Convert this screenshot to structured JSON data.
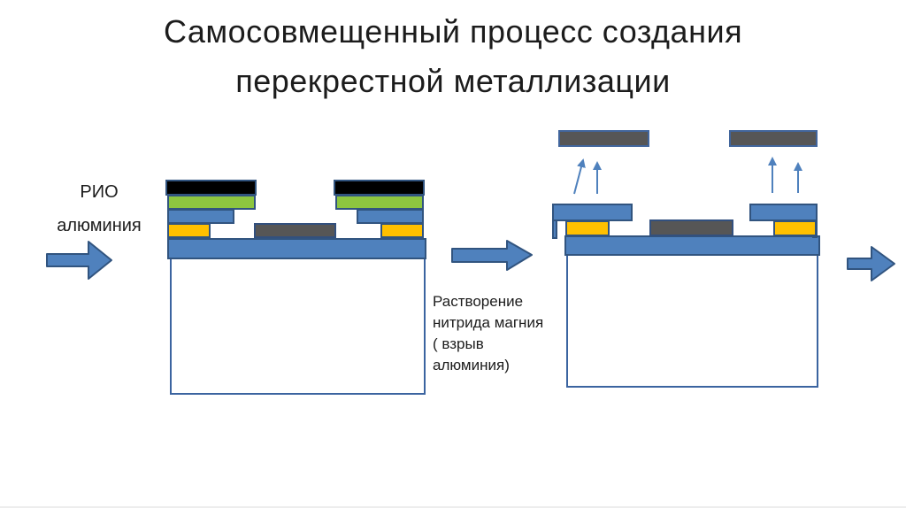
{
  "title": {
    "line1": "Самосовмещенный процесс создания",
    "line2": "перекрестной металлизации"
  },
  "labels": {
    "step1": {
      "line1": "РИО",
      "line2": "алюминия"
    },
    "step2": {
      "lines": [
        "Растворение",
        "нитрида магния",
        "( взрыв",
        "алюминия)"
      ]
    }
  },
  "icons": {
    "block_arrows": [
      "right-arrow-step1",
      "right-arrow-step2",
      "right-arrow-step3"
    ],
    "liftoff_arrows": "up-arrows"
  },
  "colors": {
    "blue": "#4F81BD",
    "blue_border": "#31547F",
    "box_border": "#3B64A0",
    "green": "#8DC63F",
    "orange": "#FFC000",
    "gray_fill": "#565656",
    "gray_border": "#41659C",
    "black": "#000000",
    "text": "#1C1C1C",
    "hairline": "#EDEDED"
  }
}
